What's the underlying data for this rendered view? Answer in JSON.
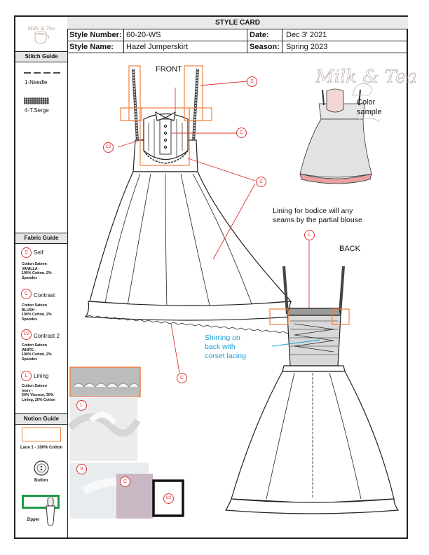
{
  "header": {
    "title": "STYLE CARD",
    "logo_text": "Milk & Tea",
    "style_number_label": "Style Number:",
    "style_number": "60-20-WS",
    "date_label": "Date:",
    "date": "Dec 3' 2021",
    "style_name_label": "Style Name:",
    "style_name": "Hazel Jumperskirt",
    "season_label": "Season:",
    "season": "Spring 2023"
  },
  "stitch_guide": {
    "title": "Stitch Guide",
    "items": [
      "1-Needle",
      "4-T.Serge"
    ]
  },
  "fabric_guide": {
    "title": "Fabric Guide",
    "items": [
      {
        "code": "S",
        "name": "Self",
        "desc": [
          "Cotton Sateen",
          "VANILLA -",
          "100% Cotton, 2%",
          "Spandex"
        ]
      },
      {
        "code": "C",
        "name": "Contrast",
        "desc": [
          "Cotton Sateen",
          "BLUSH -",
          "100% Cotton, 2%",
          "Spandex"
        ]
      },
      {
        "code": "C2",
        "name": "Contrast 2",
        "desc": [
          "Cotton Sateen",
          "WHITE -",
          "100% Cotton, 2%",
          "Spandex"
        ]
      },
      {
        "code": "L",
        "name": "Lining",
        "desc": [
          "Cotton Sateen",
          "Ivory -",
          "50% Viscose, 30%",
          "Lining, 20% Cotton"
        ]
      }
    ]
  },
  "notion_guide": {
    "title": "Notion Guide",
    "items": [
      "Lace 1 - 100% Cotton",
      "Button",
      "Zipper"
    ]
  },
  "drawing": {
    "front_label": "FRONT",
    "back_label": "BACK",
    "color_sample_label": [
      "Color",
      "sample"
    ],
    "lining_note": [
      "Lining for bodice will any",
      "seams by the partial blouse"
    ],
    "shirring_note": [
      "Shirring on",
      "back with",
      "corset lacing"
    ],
    "callouts": [
      "S",
      "C",
      "C2",
      "S",
      "C",
      "L"
    ],
    "swatch_labels": [
      "L",
      "S",
      "C",
      "C2"
    ]
  },
  "colors": {
    "callout": "#d33333",
    "highlight": "#f08040",
    "note_blue": "#1aa0d8",
    "zipper_green": "#1e9a4a",
    "blush": "#e8a0a0"
  }
}
